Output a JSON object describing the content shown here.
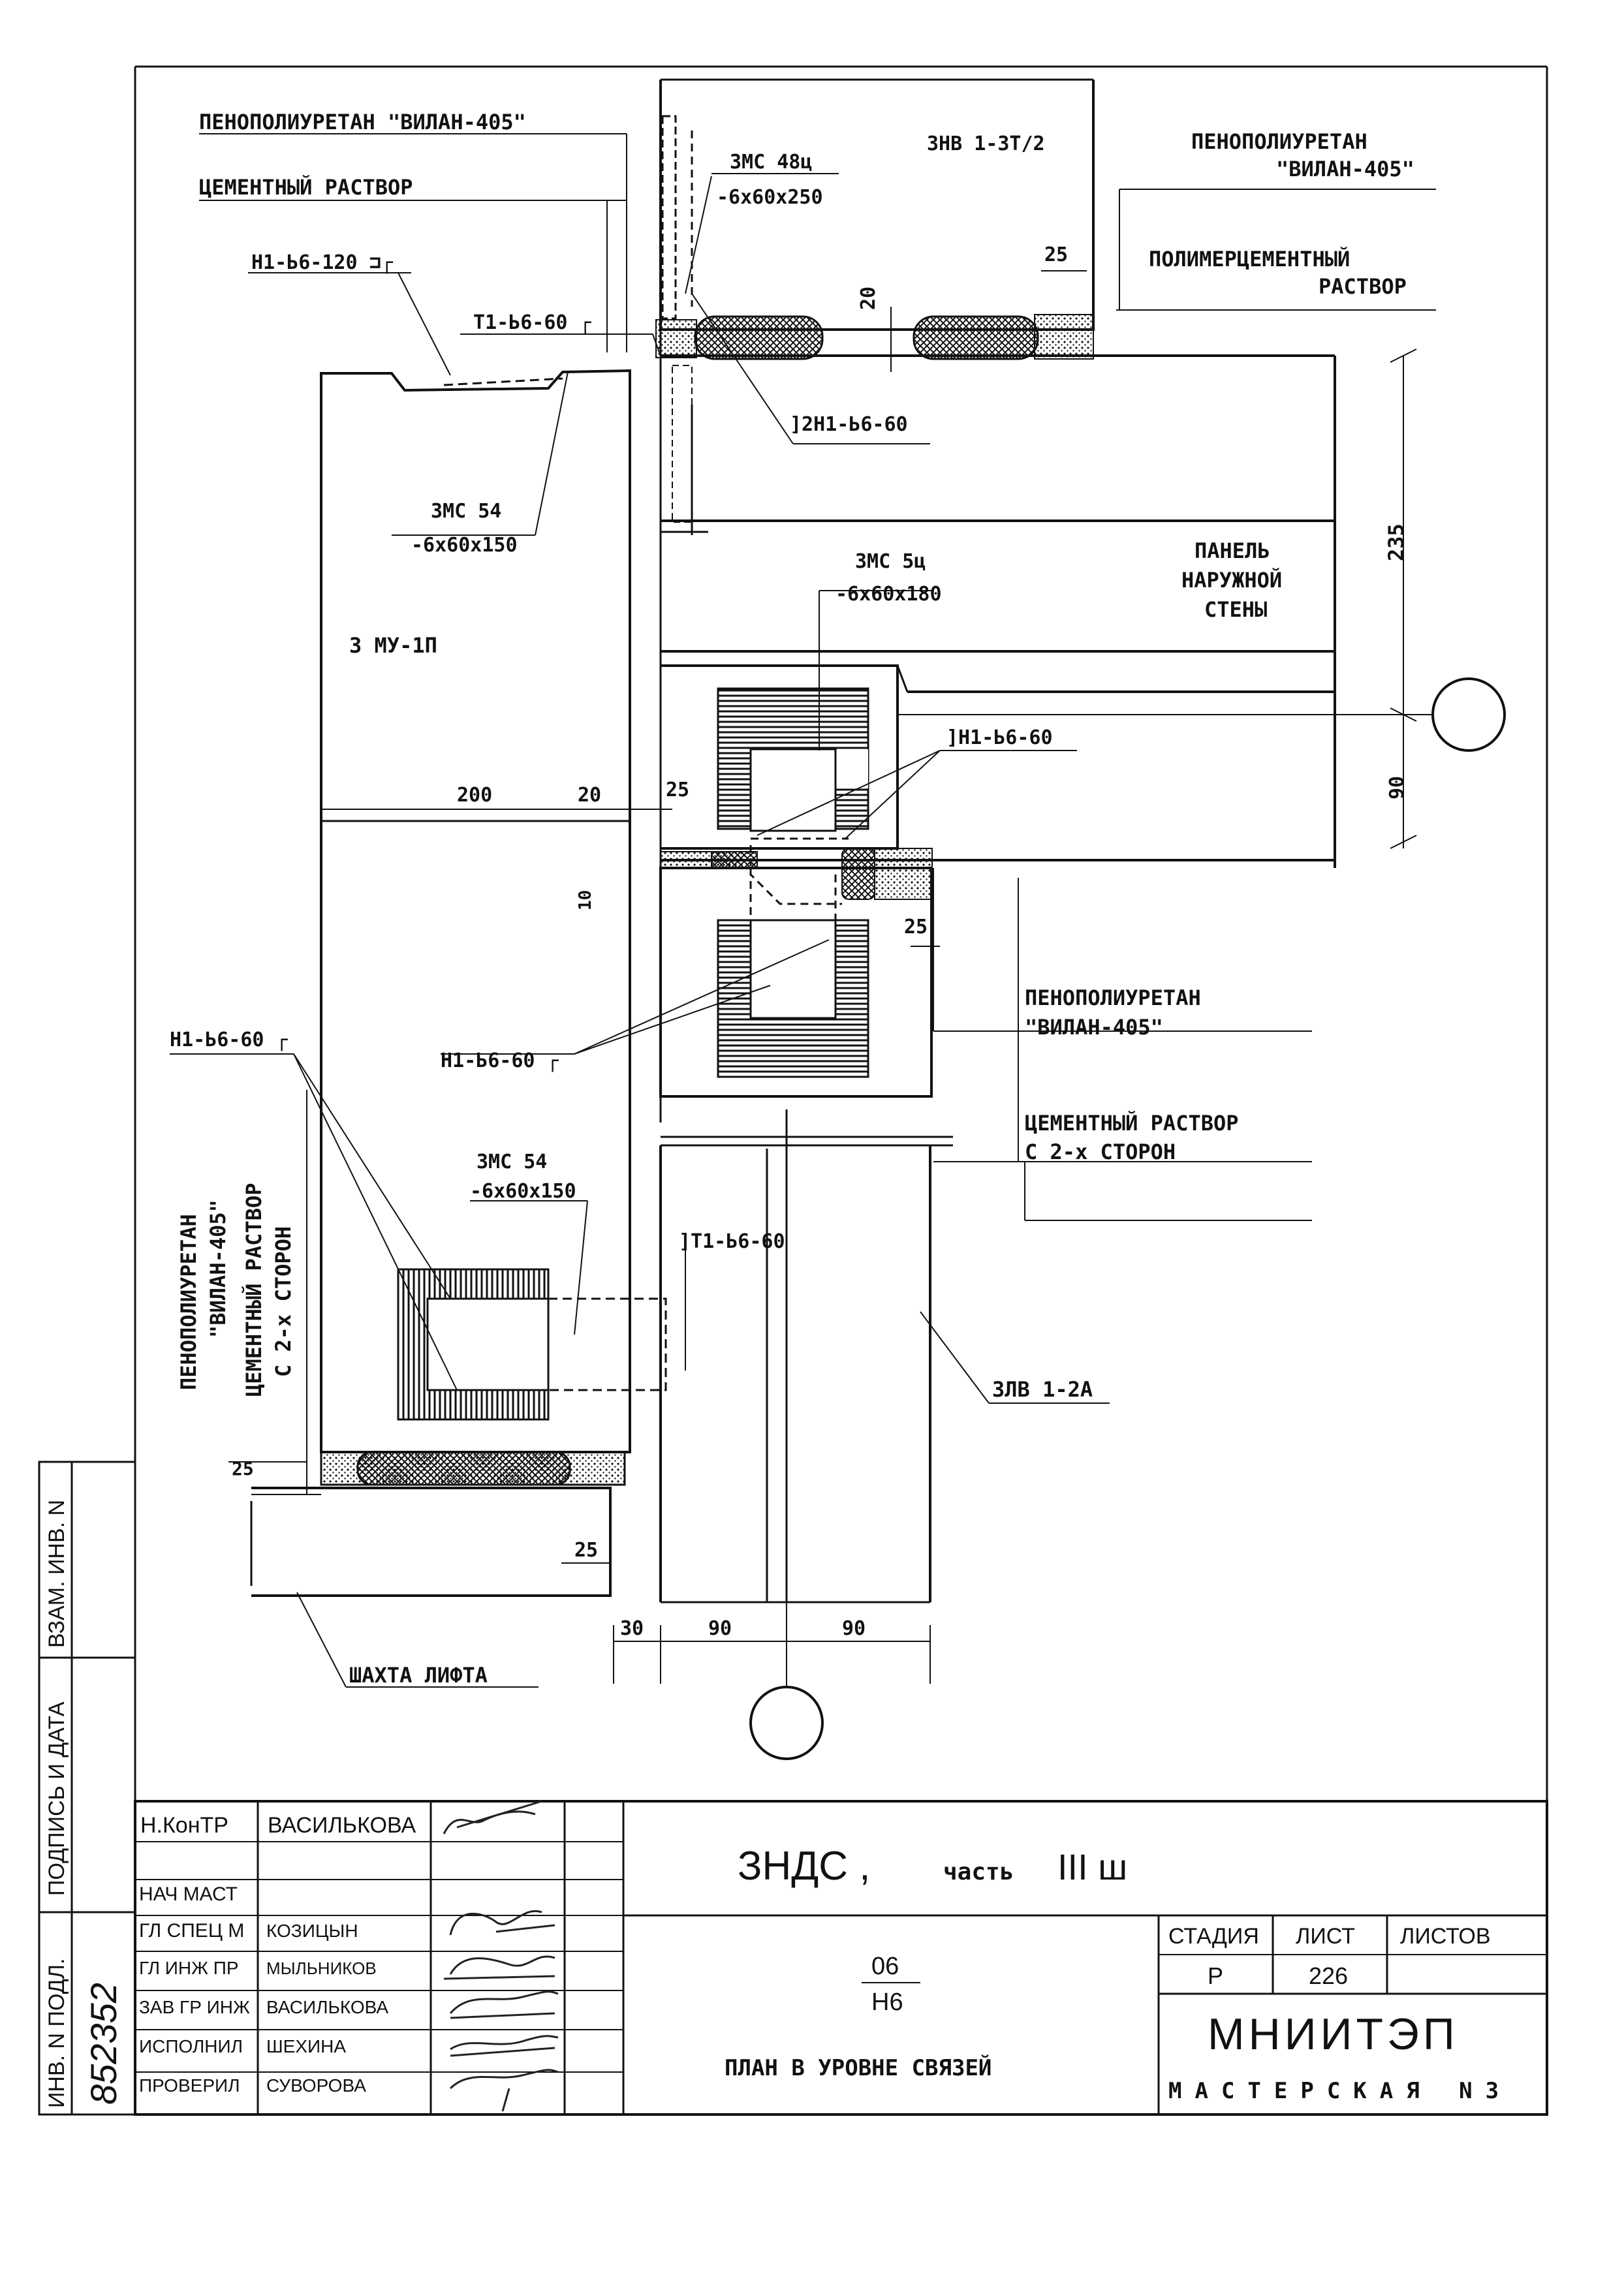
{
  "labels": {
    "penopoliuretan_top_left": "ПЕНОПОЛИУРЕТАН \"ВИЛАН-405\"",
    "cement_top_left": "ЦЕМЕНТНЫЙ РАСТВОР",
    "h1_120": "Н1-Ь6-120 ⊐┌",
    "t1_top": "Т1-Ь6-60 ┌",
    "zms48": "ЗМС 48ц",
    "zms48_dim": "-6х60х250",
    "znv": "ЗНВ 1-3Т/2",
    "penopoliuretan_right_1": "ПЕНОПОЛИУРЕТАН",
    "penopoliuretan_right_2": "\"ВИЛАН-405\"",
    "polymer_1": "ПОЛИМЕРЦЕМЕНТНЫЙ",
    "polymer_2": "РАСТВОР",
    "dim_25_top": "25",
    "dim_20_top": "20",
    "h1_2": "]2Н1-Ь6-60",
    "zms54_top": "ЗМС 54",
    "zms54_top_dim": "-6х60х150",
    "dim_235": "235",
    "panel_1": "ПАНЕЛЬ",
    "panel_2": "НАРУЖНОЙ",
    "panel_3": "СТЕНЫ",
    "zmc5": "ЗМС 5ц",
    "zmc5_dim": "-6х60х180",
    "zmu": "З МУ-1П",
    "h1_mid": "]Н1-Ь6-60",
    "dim_200": "200",
    "dim_20_mid": "20",
    "dim_25_mid": "25",
    "dim_90_right": "90",
    "dim_10": "10",
    "dim_25_right": "25",
    "h1_left": "Н1-Ь6-60 ┌",
    "h1_center": "Н1-Ь6-60 ┌",
    "penopoliuretan_mid_1": "ПЕНОПОЛИУРЕТАН",
    "penopoliuretan_mid_2": "\"ВИЛАН-405\"",
    "cement_mid_1": "ЦЕМЕНТНЫЙ РАСТВОР",
    "cement_mid_2": "С 2-х СТОРОН",
    "vert_peno_1": "ПЕНОПОЛИУРЕТАН",
    "vert_peno_2": "\"ВИЛАН-405\"",
    "vert_cem_1": "ЦЕМЕНТНЫЙ РАСТВОР",
    "vert_cem_2": "С 2-х СТОРОН",
    "zms54_low": "ЗМС 54",
    "zms54_low_dim": "-6х60х150",
    "t1_low": "]Т1-Ь6-60",
    "zlv": "ЗЛВ 1-2А",
    "dim_25_low1": "25",
    "dim_25_low2": "25",
    "shaft": "ШАХТА ЛИФТА",
    "dim_30": "30",
    "dim_90_a": "90",
    "dim_90_b": "90"
  },
  "side_stamp": {
    "inv_podl": "ИНВ. N ПОДЛ.",
    "podpis": "ПОДПИСЬ И ДАТА",
    "vzam": "ВЗАМ. ИНВ. N",
    "inv_number": "852352"
  },
  "title_block": {
    "roles": [
      "Н.КонТР",
      "НАЧ МАСТ",
      "ГЛ СПЕЦ М",
      "ГЛ ИНЖ ПР",
      "ЗАВ ГР ИНЖ",
      "ИСПОЛНИЛ",
      "ПРОВЕРИЛ"
    ],
    "names": [
      "ВАСИЛЬКОВА",
      "",
      "КОЗИЦЫН",
      "МЫЛЬНИКОВ",
      "ВАСИЛЬКОВА",
      "ШЕХИНА",
      "СУВОРОВА"
    ],
    "project": "ЗНДС ,",
    "part": "часть",
    "part_num": "III ш",
    "code_top": "06",
    "code_bottom": "Н6",
    "sheet_title": "ПЛАН В УРОВНЕ СВЯЗЕЙ",
    "stage_header": "СТАДИЯ",
    "sheet_header": "ЛИСТ",
    "sheets_header": "ЛИСТОВ",
    "stage": "Р",
    "sheet": "226",
    "sheets": "",
    "org": "МНИИТЭП",
    "workshop": "МАСТЕРСКАЯ N3"
  }
}
